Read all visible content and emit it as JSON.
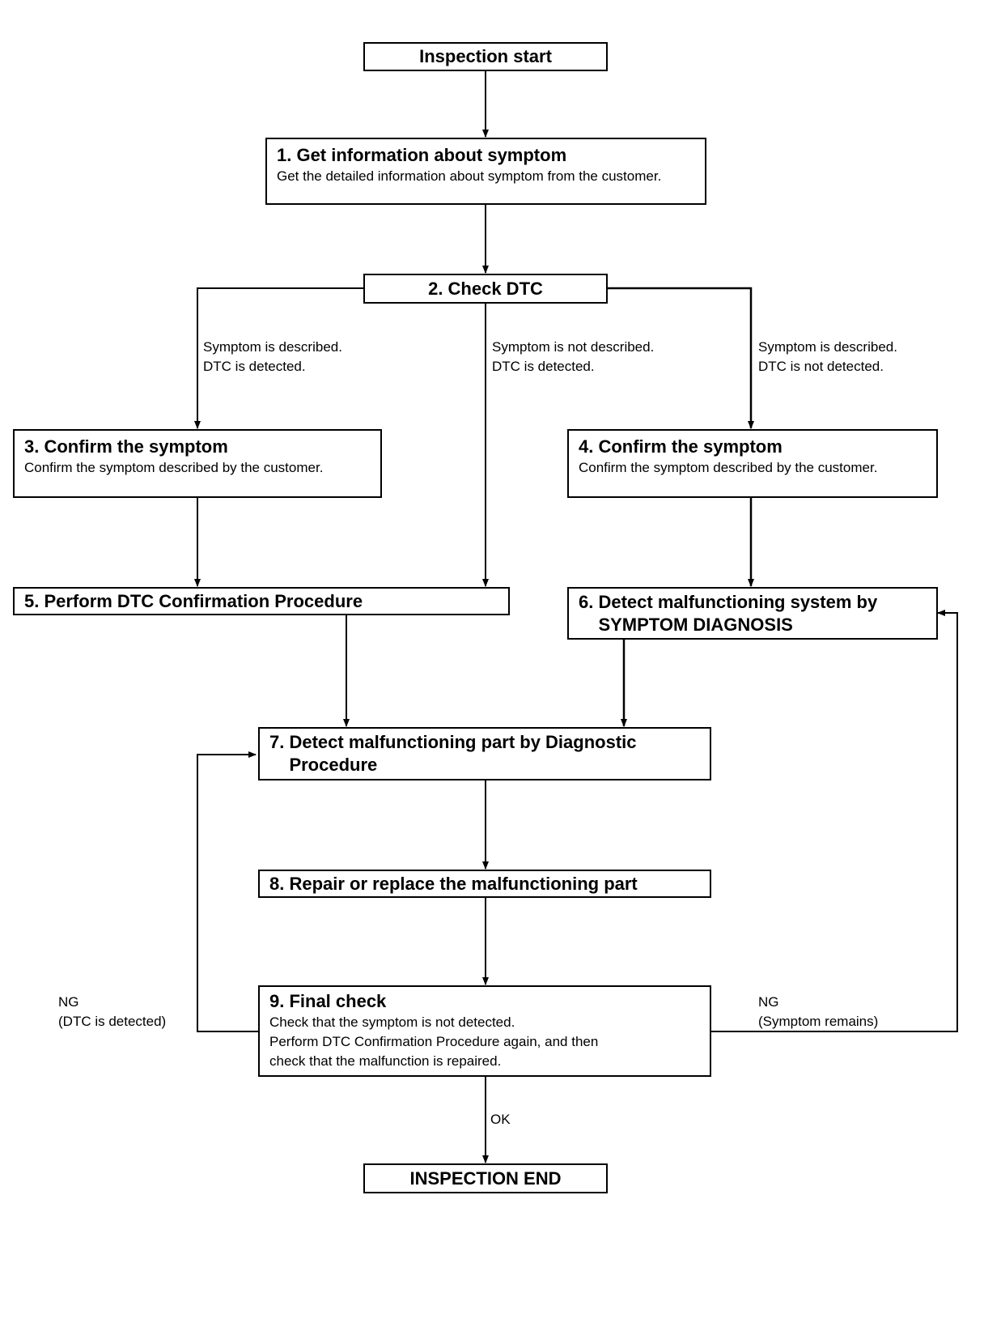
{
  "steps": {
    "start": {
      "title": "Inspection start"
    },
    "step1": {
      "title": "1. Get information about symptom",
      "desc": "Get the detailed information about symptom from the customer."
    },
    "step2": {
      "title": "2. Check DTC"
    },
    "step3": {
      "title": "3. Confirm the symptom",
      "desc": "Confirm the symptom described by the customer."
    },
    "step4": {
      "title": "4. Confirm the symptom",
      "desc": "Confirm the symptom described by the customer."
    },
    "step5": {
      "title": "5. Perform DTC Confirmation Procedure"
    },
    "step6": {
      "title": "6. Detect malfunctioning system by\n    SYMPTOM DIAGNOSIS"
    },
    "step7": {
      "title": "7. Detect malfunctioning part by Diagnostic\n    Procedure"
    },
    "step8": {
      "title": "8. Repair or replace the malfunctioning part"
    },
    "step9": {
      "title": "9. Final check",
      "desc": "Check that the symptom is not detected.\nPerform DTC Confirmation Procedure again, and then\ncheck that the malfunction is repaired."
    },
    "end": {
      "title": "INSPECTION END"
    }
  },
  "branch_labels": {
    "left": "Symptom is described.\nDTC is detected.",
    "middle": "Symptom is not described.\nDTC is detected.",
    "right": "Symptom is described.\nDTC is not detected.",
    "ng_left": "NG\n(DTC is detected)",
    "ng_right": "NG\n(Symptom remains)",
    "ok": "OK"
  }
}
